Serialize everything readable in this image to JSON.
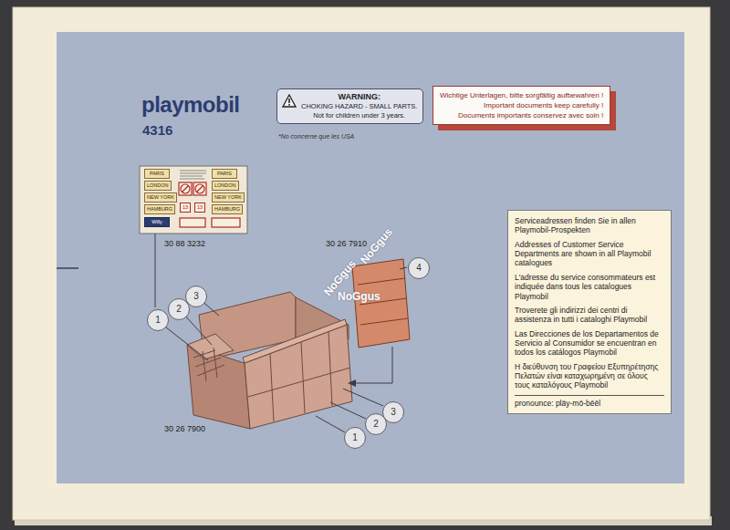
{
  "diagram": {
    "nodes": [
      {
        "text": [
          "WARNING:",
          "CHOKING HAZARD - SMALL PARTS.",
          "Not for children under 3 years."
        ]
      },
      {
        "text": [
          "Wichtige Unterlagen, bitte sorgfältig aufbewahren !",
          "Important documents keep carefully !",
          "Documents importants conservez avec soin !"
        ]
      },
      {
        "text": [
          "PARIS"
        ]
      },
      {
        "text": [
          "LONDON"
        ]
      },
      {
        "text": [
          "NEW YORK"
        ]
      },
      {
        "text": [
          "HAMBURG"
        ]
      },
      {
        "text": [
          "Willy"
        ]
      },
      {
        "text": [
          "13"
        ]
      },
      {
        "text": [
          "13"
        ]
      },
      {
        "text": [
          "PARIS"
        ]
      },
      {
        "text": [
          "LONDON"
        ]
      },
      {
        "text": [
          "NEW YORK"
        ]
      },
      {
        "text": [
          "HAMBURG"
        ]
      },
      {
        "text": [
          "Serviceadressen finden Sie in allen Playmobil-Prospekten",
          "Addresses of Customer Service Departments are shown in all Playmobil catalogues",
          "L'adresse du service consommateurs est indiquée dans tous les catalogues Playmobil",
          "Troverete gli indirizzi dei centri di assistenza in tutti i cataloghi Playmobil",
          "Las Direcciones de los Departamentos de Servicio al Consumidor se encuentran en todos los catálogos Playmobil",
          "Η διεύθυνση του Γραφείου Εξυπηρέτησης Πελατών είναι καταχωρημένη σε όλους τους καταλόγους Playmobil",
          "pronounce: pläy-mō-bēēl"
        ]
      },
      {
        "text": [
          "1"
        ]
      },
      {
        "text": [
          "2"
        ]
      },
      {
        "text": [
          "3"
        ]
      },
      {
        "text": [
          "4"
        ]
      },
      {
        "text": [
          "3"
        ]
      },
      {
        "text": [
          "2"
        ]
      },
      {
        "text": [
          "1"
        ]
      }
    ],
    "labels": [
      "playmobil",
      "4316",
      "*No concerne que les USA",
      "30 88 3232",
      "30 26 7910",
      "30 26 7900",
      "NoGgus",
      "NoGgus",
      "NoGgus"
    ]
  }
}
